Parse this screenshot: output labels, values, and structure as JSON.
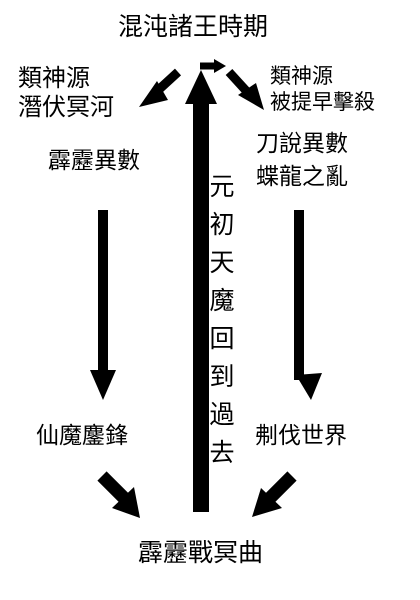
{
  "nodes": {
    "top": "混沌諸王時期",
    "left_top_line1": "類神源",
    "left_top_line2": "潛伏冥河",
    "right_top_line1": "類神源",
    "right_top_line2": "被提早擊殺",
    "left_mid": "霹靂異數",
    "right_mid_line1": "刀說異數",
    "right_mid_line2": "蝶龍之亂",
    "left_low": "仙魔鏖鋒",
    "right_low": "刜伐世界",
    "bottom": "霹靂戰冥曲"
  },
  "vertical_label": [
    "元",
    "初",
    "天",
    "魔",
    "回",
    "到",
    "過",
    "去"
  ],
  "colors": {
    "ink": "#000000",
    "background": "#ffffff"
  }
}
